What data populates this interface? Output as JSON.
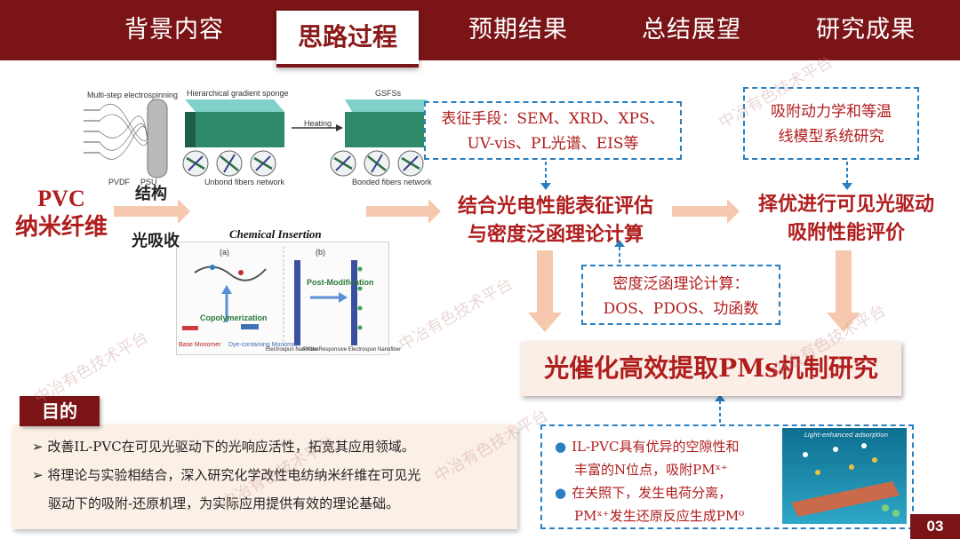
{
  "nav": {
    "tabs": [
      "背景内容",
      "思路过程",
      "预期结果",
      "总结展望",
      "研究成果"
    ],
    "active_index": 1
  },
  "figure_top": {
    "caption_1": "Multi-step electrospinning",
    "caption_2": "Hierarchical gradient sponge",
    "caption_3": "GSFSs",
    "caption_4": "Heating",
    "caption_5": "Unbond fibers network",
    "caption_6": "Bonded fibers network",
    "legend_1": "PVDF",
    "legend_2": "PSU"
  },
  "figure_chem": {
    "title": "Chemical Insertion",
    "panel_a": "(a)",
    "panel_b": "(b)",
    "copolymerization": "Copolymerization",
    "post_modification": "Post-Modification",
    "base_monomer": "Base Monomer",
    "dye_monomer": "Dye-containing Monomer",
    "electrospun_nanofiber": "Electrospun Nanofiber",
    "photo_responsive": "Photo-Responsive Electrospun Nanofiber"
  },
  "left": {
    "pvc_title_line1": "PVC",
    "pvc_title_line2": "纳米纤维",
    "label_structure": "结构",
    "label_light": "光吸收"
  },
  "boxes": {
    "characterization_line1": "表征手段：SEM、XRD、XPS、",
    "characterization_line2": "UV-vis、PL光谱、EIS等",
    "kinetics_line1": "吸附动力学和等温",
    "kinetics_line2": "线模型系统研究",
    "dft_line1": "密度泛函理论计算：",
    "dft_line2": "DOS、PDOS、功函数"
  },
  "mid": {
    "step1_line1": "结合光电性能表征评估",
    "step1_line2": "与密度泛函理论计算",
    "step2_line1": "择优进行可见光驱动",
    "step2_line2": "吸附性能评价"
  },
  "center": {
    "title": "光催化高效提取PMs机制研究"
  },
  "purpose": {
    "tag": "目的",
    "line1": "改善IL-PVC在可见光驱动下的光响应活性，拓宽其应用领域。",
    "line2": "将理论与实验相结合，深入研究化学改性电纺纳米纤维在可见光",
    "line3": "驱动下的吸附-还原机理，为实际应用提供有效的理论基础。"
  },
  "adsorb": {
    "line1": "IL-PVC具有优异的空隙性和",
    "line2": "丰富的N位点，吸附PMˣ⁺",
    "line3": "在关照下，发生电荷分离，",
    "line4": "PMˣ⁺发生还原反应生成PM⁰",
    "image_caption": "Light-enhanced adsorption"
  },
  "page_number": "03",
  "watermark": "中冶有色技术平台",
  "colors": {
    "brand": "#7a1416",
    "accent_red": "#b01d1d",
    "dash_blue": "#2a7fc0",
    "arrow_peach": "#f6c9ae"
  }
}
